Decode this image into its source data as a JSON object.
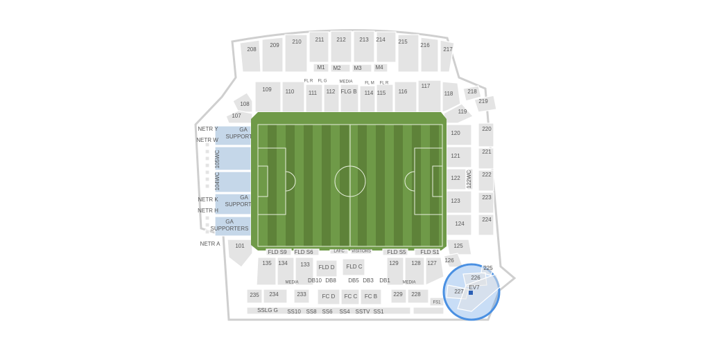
{
  "map": {
    "colors": {
      "section": "#e4e4e4",
      "section_stroke": "#ffffff",
      "outline": "#cfcfcf",
      "field_grass": "#6f9a48",
      "field_stripe": "#5e8239",
      "supporters": "#c5d7e9",
      "highlight": "#4a90e2"
    },
    "labels": {
      "s208": "208",
      "s209": "209",
      "s210": "210",
      "s211": "211",
      "s212": "212",
      "s213": "213",
      "s214": "214",
      "s215": "215",
      "s216": "216",
      "s217": "217",
      "m1": "M1",
      "m2": "M2",
      "m3": "M3",
      "m4": "M4",
      "flr_left": "FL R",
      "flg_left": "FL G",
      "media_top": "MEDIA",
      "flm": "FL M",
      "flr_right": "FL R",
      "s109": "109",
      "s110": "110",
      "s111": "111",
      "s112": "112",
      "flgb": "FLG B",
      "s114": "114",
      "s115": "115",
      "s116": "116",
      "s117": "117",
      "s118": "118",
      "s218": "218",
      "s219": "219",
      "s119": "119",
      "s108": "108",
      "s107": "107",
      "netr_y": "NETR Y",
      "netr_w": "NETR W",
      "netr_k": "NETR K",
      "netr_h": "NETR H",
      "netr_a": "NETR A",
      "ga1a": "GA",
      "ga1b": "SUPPORTERS",
      "ga2a": "GA",
      "ga2b": "SUPPORTERS",
      "ga3a": "GA",
      "ga3b": "SUPPORTERS",
      "s105wc": "105WC",
      "s104wc": "104WC",
      "s120": "120",
      "s121": "121",
      "s122": "122",
      "s123": "123",
      "s124": "124",
      "s125": "125",
      "s126": "126",
      "s122wc": "122WC",
      "s220": "220",
      "s221": "221",
      "s222": "222",
      "s223": "223",
      "s224": "224",
      "s101": "101",
      "fld_s9": "FLD S9",
      "fld_s6": "FLD S6",
      "lafc": "LAFC",
      "visitors": "VISITORS",
      "fld_s5": "FLD S5",
      "fld_s1": "FLD S1",
      "s135": "135",
      "s134": "134",
      "s133": "133",
      "fld_d": "FLD D",
      "fld_c": "FLD C",
      "s129": "129",
      "s128": "128",
      "s127": "127",
      "media_l": "MEDIA",
      "db10": "DB10",
      "db8": "DB8",
      "db5": "DB5",
      "db3": "DB3",
      "db1": "DB1",
      "media_r": "MEDIA",
      "s235": "235",
      "s234": "234",
      "s233": "233",
      "fc_d": "FC D",
      "fc_c": "FC C",
      "fc_b": "FC B",
      "s229": "229",
      "s228": "228",
      "fs1": "FS1",
      "ssl_gg": "SSLG G",
      "ss10": "SS10",
      "ss8": "SS8",
      "ss6": "SS6",
      "ss4": "SS4",
      "sstv": "SSTV",
      "ss1": "SS1",
      "s226": "226",
      "s227": "227",
      "ev7": "EV7",
      "s225": "225"
    }
  }
}
